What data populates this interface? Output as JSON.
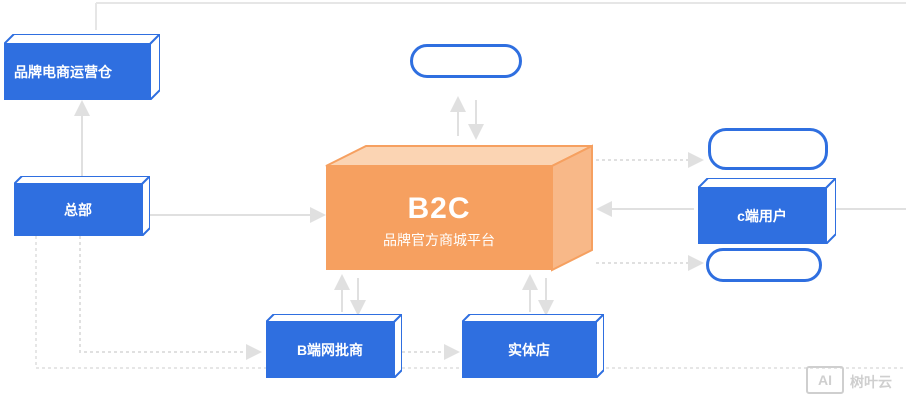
{
  "nodes": {
    "warehouse": "品牌电商运营仓",
    "hq": "总部",
    "b2c_title": "B2C",
    "b2c_subtitle": "品牌官方商城平台",
    "wholesale": "B端网批商",
    "store": "实体店",
    "c_user": "c端用户"
  },
  "pills": {
    "top": "",
    "right_top_line1": "",
    "right_top_line2": "",
    "right_bottom": ""
  },
  "labels": {
    "top_flow": "",
    "hq_to_b2c_1": "",
    "hq_to_b2c_2": "",
    "c_to_b2c": "",
    "hq_down_1": "",
    "hq_down_2": ""
  },
  "watermark": {
    "ai": "AI",
    "brand": "树叶云"
  },
  "bottom_note": "",
  "colors": {
    "blue": "#2f6fe0",
    "orange": "#f6a060",
    "arrow": "#e0e0e0",
    "muted_text": "#bfbfbf"
  }
}
